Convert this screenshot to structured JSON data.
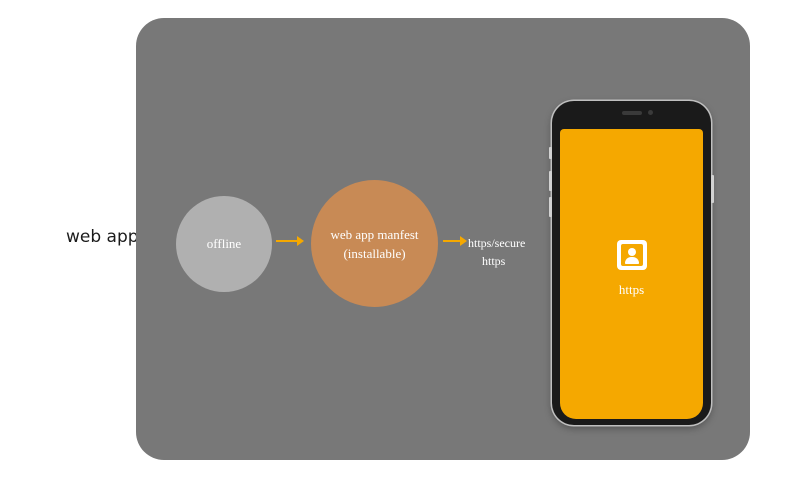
{
  "title": "web app",
  "nodes": {
    "offline": "offline",
    "manifest_line1": "web app manfest",
    "manifest_line2": "(installable)"
  },
  "https_label": {
    "line1": "https/secure",
    "line2": "https"
  },
  "phone": {
    "screen_text": "https",
    "icon": "user-icon"
  },
  "colors": {
    "panel": "#787878",
    "offline_node": "#b0b0b0",
    "manifest_node": "#c88a55",
    "arrow": "#f5a800",
    "screen": "#f5a800"
  }
}
